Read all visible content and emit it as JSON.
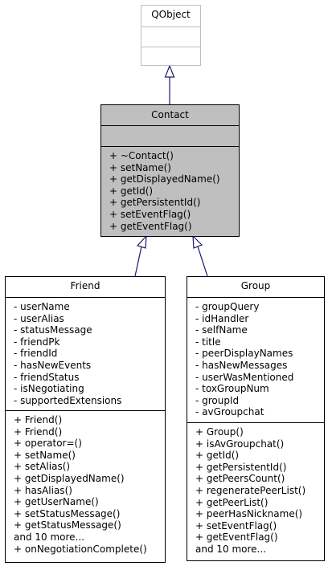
{
  "classes": {
    "qobject": {
      "name": "QObject",
      "attributes": [],
      "methods": []
    },
    "contact": {
      "name": "Contact",
      "attributes": [],
      "methods": [
        "+ ~Contact()",
        "+ setName()",
        "+ getDisplayedName()",
        "+ getId()",
        "+ getPersistentId()",
        "+ setEventFlag()",
        "+ getEventFlag()"
      ]
    },
    "friend": {
      "name": "Friend",
      "attributes": [
        "- userName",
        "- userAlias",
        "- statusMessage",
        "- friendPk",
        "- friendId",
        "- hasNewEvents",
        "- friendStatus",
        "- isNegotiating",
        "- supportedExtensions"
      ],
      "methods": [
        "+ Friend()",
        "+ Friend()",
        "+ operator=()",
        "+ setName()",
        "+ setAlias()",
        "+ getDisplayedName()",
        "+ hasAlias()",
        "+ getUserName()",
        "+ setStatusMessage()",
        "+ getStatusMessage()",
        "and 10 more...",
        "+ onNegotiationComplete()"
      ]
    },
    "group": {
      "name": "Group",
      "attributes": [
        "- groupQuery",
        "- idHandler",
        "- selfName",
        "- title",
        "- peerDisplayNames",
        "- hasNewMessages",
        "- userWasMentioned",
        "- toxGroupNum",
        "- groupId",
        "- avGroupchat"
      ],
      "methods": [
        "+ Group()",
        "+ isAvGroupchat()",
        "+ getId()",
        "+ getPersistentId()",
        "+ getPeersCount()",
        "+ regeneratePeerList()",
        "+ getPeerList()",
        "+ peerHasNickname()",
        "+ setEventFlag()",
        "+ getEventFlag()",
        "and 10 more..."
      ]
    }
  },
  "edge_color": "#191970"
}
